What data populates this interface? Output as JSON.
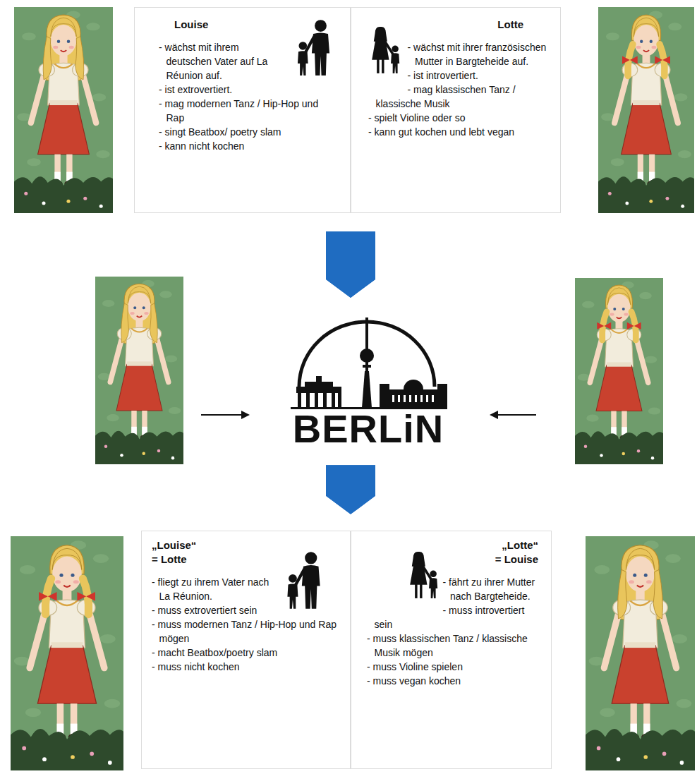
{
  "diagram": {
    "nodes": [
      {
        "text": [
          "Louise",
          "- wächst mit ihrem deutschen Vater auf La Réunion auf.",
          "- ist extrovertiert.",
          "- mag modernen Tanz / Hip-Hop und Rap",
          "- singt Beatbox/ poetry slam",
          "- kann nicht kochen"
        ]
      },
      {
        "text": [
          "Lotte",
          "- wächst mit ihrer französischen Mutter in Bargteheide auf.",
          "- ist introvertiert.",
          "- mag klassischen Tanz / klassische Musik",
          "- spielt Violine oder so",
          "- kann gut kochen und lebt vegan"
        ]
      },
      {
        "text": [
          "BERLiN"
        ]
      },
      {
        "text": [
          "„Louise“ = Lotte",
          "- fliegt zu ihrem Vater nach La Réunion.",
          "- muss extrovertiert sein",
          "- muss modernen Tanz / Hip-Hop und Rap mögen",
          "- macht Beatbox/poetry slam",
          "- muss nicht kochen"
        ]
      },
      {
        "text": [
          "„Lotte“ = Louise",
          "- fährt zu ihrer Mutter nach Bargteheide.",
          "- muss introvertiert sein",
          "- muss klassischen Tanz / klassische Musik mögen",
          "- muss Violine spielen",
          "- muss vegan kochen"
        ]
      }
    ],
    "edges": [
      {
        "from": 0,
        "to": 2,
        "arrow": "to"
      },
      {
        "from": 1,
        "to": 2,
        "arrow": "to"
      },
      {
        "from": 2,
        "to": 3,
        "arrow": "to"
      },
      {
        "from": 2,
        "to": 4,
        "arrow": "to"
      }
    ]
  }
}
